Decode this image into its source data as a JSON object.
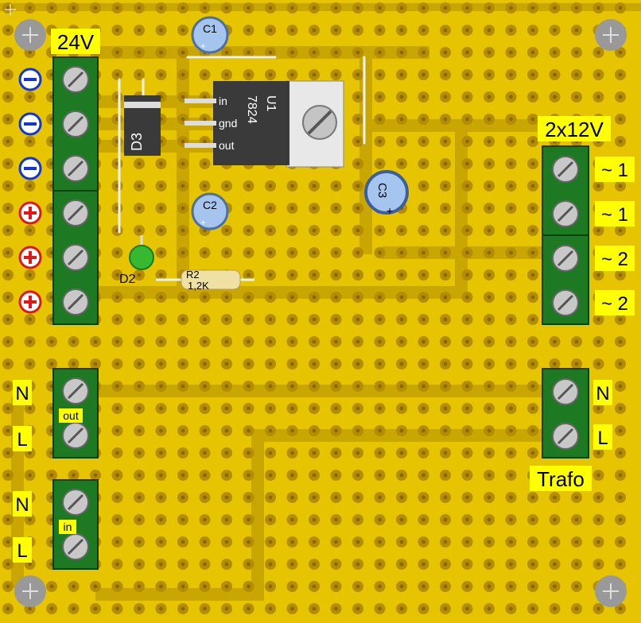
{
  "board": {
    "colors": {
      "board": "#e6c400",
      "strip": "#c9a600",
      "pad": "#b58d00",
      "pad_hole": "#8a6800",
      "terminal": "#1e7a22",
      "screw": "#c8c8c8",
      "label_bg": "#ffff00",
      "minus": "#1036d8",
      "plus": "#e01818"
    }
  },
  "terminals": {
    "dc_out": {
      "label": "24V",
      "polarity": [
        "−",
        "−",
        "−",
        "+",
        "+",
        "+"
      ]
    },
    "transformer_secondary": {
      "label": "2x12V",
      "pins": [
        "~ 1",
        "~ 1",
        "~ 2",
        "~ 2"
      ]
    },
    "mains_out": {
      "tag": "out",
      "pins": [
        "N",
        "L"
      ]
    },
    "mains_in": {
      "tag": "in",
      "pins": [
        "N",
        "L"
      ]
    },
    "transformer_primary": {
      "label": "Trafo",
      "pins": [
        "N",
        "L"
      ]
    }
  },
  "components": {
    "u1": {
      "ref": "U1",
      "part": "7824",
      "pins": [
        "in",
        "gnd",
        "out"
      ]
    },
    "d3": {
      "ref": "D3"
    },
    "d2": {
      "ref": "D2"
    },
    "c1": {
      "ref": "C1"
    },
    "c2": {
      "ref": "C2"
    },
    "c3": {
      "ref": "C3"
    },
    "r2": {
      "ref": "R2",
      "value": "1,2K"
    }
  }
}
